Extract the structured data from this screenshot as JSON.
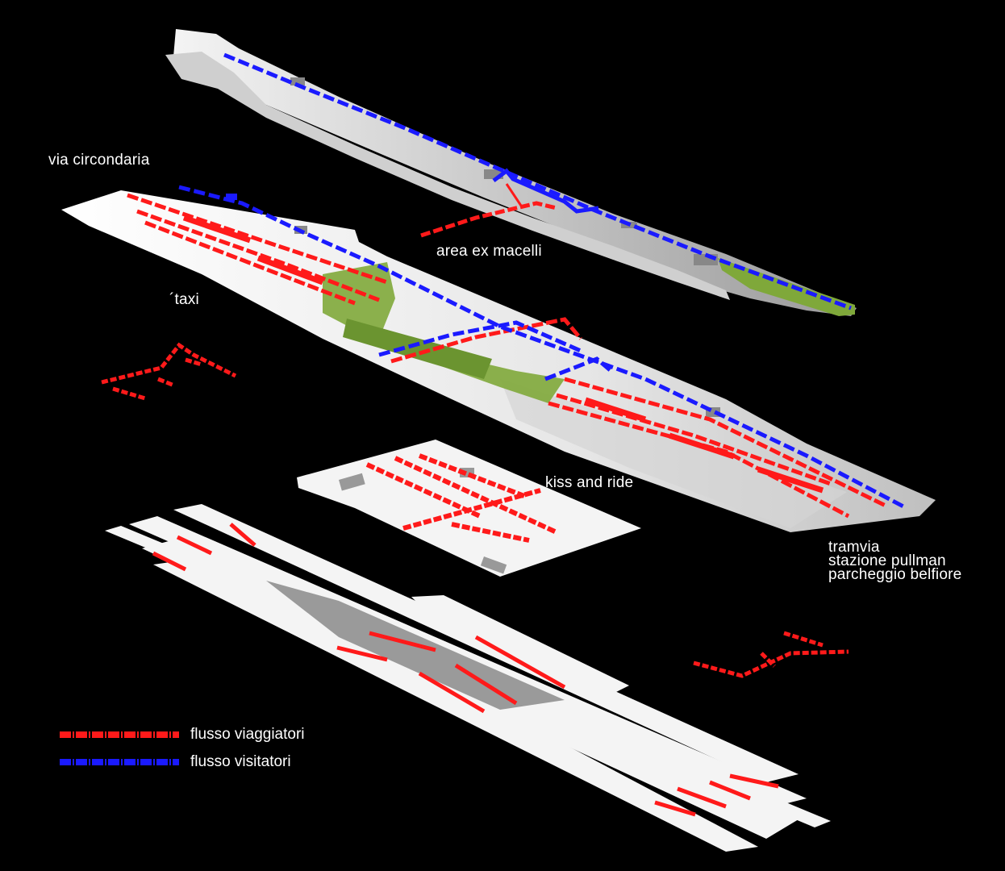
{
  "labels": {
    "via_circondaria": "via circondaria",
    "area_ex_macelli": "area ex macelli",
    "taxi": "´taxi",
    "kiss_and_ride": "kiss and ride",
    "tramvia": "tramvia",
    "stazione_pullman": "stazione pullman",
    "parcheggio_belfiore": "parcheggio belfiore"
  },
  "legend": {
    "items": [
      {
        "label": "flusso viaggiatori",
        "color": "#ff1a1a"
      },
      {
        "label": "flusso visitatori",
        "color": "#1a1aff"
      }
    ]
  },
  "colors": {
    "background": "#000000",
    "floor": "#f2f2f2",
    "floor_shade": "#b8b8b8",
    "green_volume": "#7fa83a",
    "flow_travelers": "#ff1a1a",
    "flow_visitors": "#1a1aff"
  }
}
